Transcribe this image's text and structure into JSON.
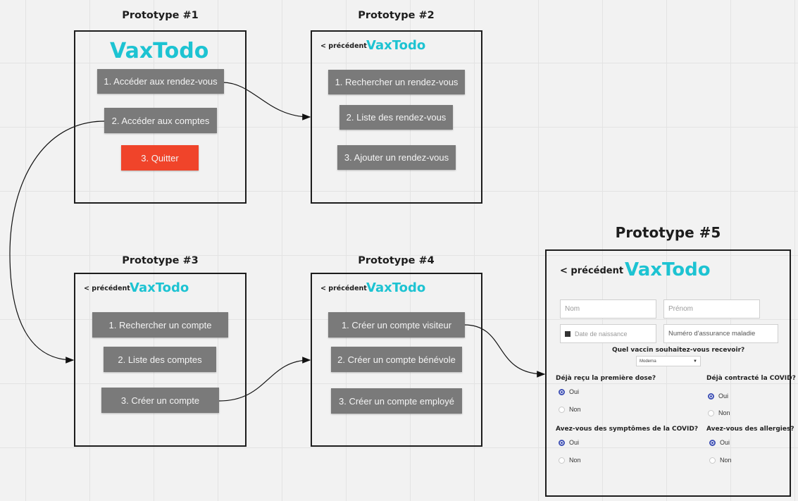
{
  "prototypes": {
    "p1": {
      "title": "Prototype #1",
      "logo": "VaxTodo",
      "buttons": [
        "1. Accéder aux rendez-vous",
        "2. Accéder aux comptes",
        "3. Quitter"
      ]
    },
    "p2": {
      "title": "Prototype #2",
      "back": "< précédent",
      "logo": "VaxTodo",
      "buttons": [
        "1. Rechercher un rendez-vous",
        "2. Liste des rendez-vous",
        "3. Ajouter un rendez-vous"
      ]
    },
    "p3": {
      "title": "Prototype #3",
      "back": "< précédent",
      "logo": "VaxTodo",
      "buttons": [
        "1. Rechercher un compte",
        "2. Liste des comptes",
        "3. Créer un compte"
      ]
    },
    "p4": {
      "title": "Prototype #4",
      "back": "< précédent",
      "logo": "VaxTodo",
      "buttons": [
        "1. Créer un compte visiteur",
        "2. Créer un compte bénévole",
        "3. Créer un compte employé"
      ]
    },
    "p5": {
      "title": "Prototype #5",
      "back": "< précédent",
      "logo": "VaxTodo",
      "fields": {
        "nom": "Nom",
        "prenom": "Prénom",
        "date": "Date de naissance",
        "assurance": "Numéro d'assurance maladie"
      },
      "vaccine_question": "Quel vaccin souhaitez-vous recevoir?",
      "vaccine_selected": "Moderna",
      "questions": [
        {
          "label": "Déjà reçu la première dose?",
          "options": [
            "Oui",
            "Non"
          ],
          "selected": "Oui"
        },
        {
          "label": "Déjà contracté la COVID?",
          "options": [
            "Oui",
            "Non"
          ],
          "selected": "Oui"
        },
        {
          "label": "Avez-vous des symptômes de la COVID?",
          "options": [
            "Oui",
            "Non"
          ],
          "selected": "Oui"
        },
        {
          "label": "Avez-vous des allergies?",
          "options": [
            "Oui",
            "Non"
          ],
          "selected": "Oui"
        }
      ]
    }
  },
  "colors": {
    "logo": "#1dc3d2",
    "button": "#7a7a7a",
    "quit_button": "#f0442a",
    "radio_selected": "#3f51b5"
  },
  "icons": [
    "arrow-connector-icon",
    "calendar-icon",
    "dropdown-caret-icon",
    "radio-icon"
  ]
}
